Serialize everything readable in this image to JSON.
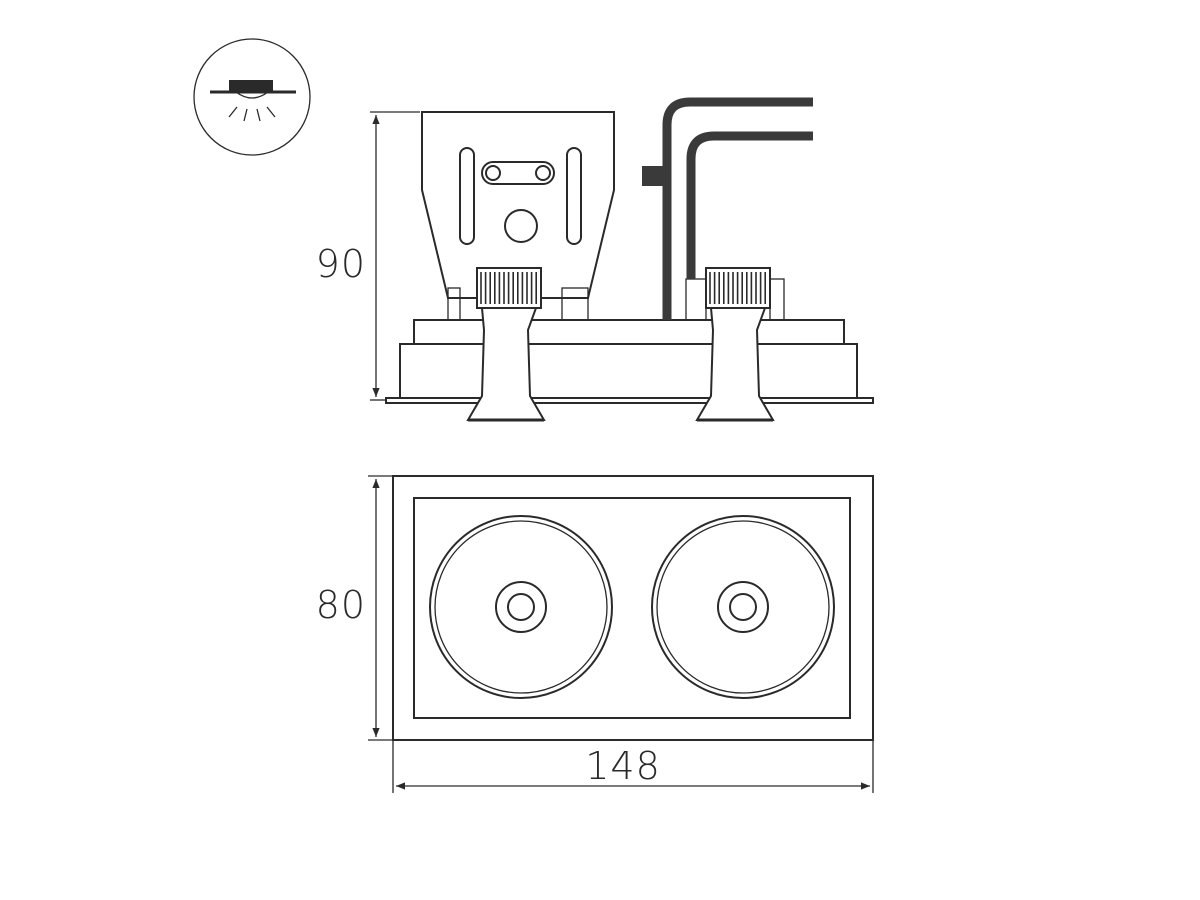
{
  "dimensions": {
    "height": "90",
    "depth": "80",
    "width": "148"
  },
  "icons": {
    "mount_type": "recessed-ceiling-light-icon"
  },
  "colors": {
    "line": "#2a2a2a",
    "background": "#ffffff",
    "cable": "#3a3a3a"
  }
}
